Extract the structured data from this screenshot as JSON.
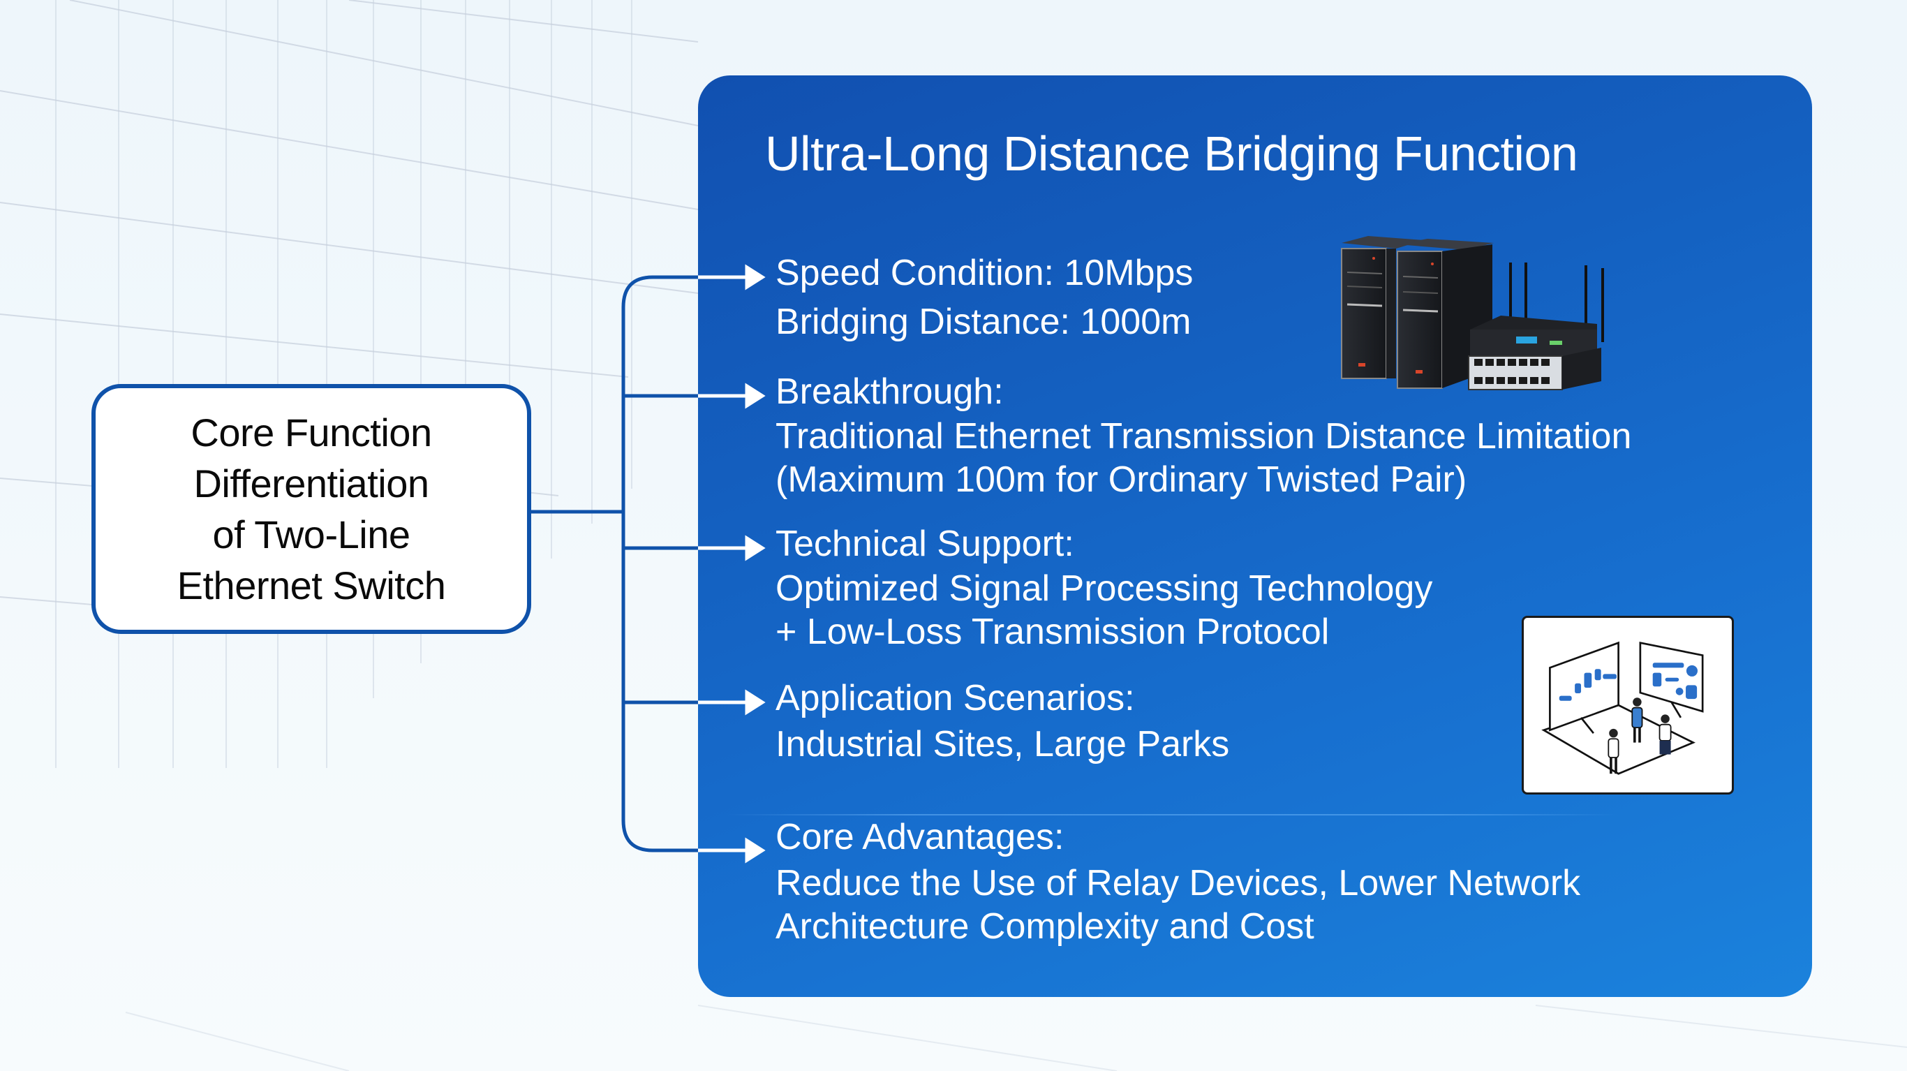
{
  "center_node": {
    "label": "Core Function\nDifferentiation\nof Two-Line\nEthernet Switch"
  },
  "panel": {
    "title": "Ultra-Long Distance Bridging Function",
    "items": [
      {
        "head": "Speed Condition: 10Mbps",
        "body": "Bridging Distance: 1000m",
        "icon": "arrow-right-icon"
      },
      {
        "head": "Breakthrough:",
        "body": "Traditional Ethernet Transmission Distance Limitation\n(Maximum 100m for Ordinary Twisted Pair)",
        "icon": "arrow-right-icon"
      },
      {
        "head": "Technical Support:",
        "body": "Optimized Signal Processing Technology\n+ Low-Loss Transmission Protocol",
        "icon": "arrow-right-icon"
      },
      {
        "head": "Application Scenarios:",
        "body": "Industrial Sites, Large Parks",
        "icon": "arrow-right-icon"
      },
      {
        "head": "Core Advantages:",
        "body": "Reduce the Use of Relay Devices, Lower Network\nArchitecture Complexity and Cost",
        "icon": "arrow-right-icon"
      }
    ],
    "illustrations": [
      "servers-and-router-illustration",
      "people-monitors-illustration"
    ]
  },
  "colors": {
    "accent": "#0f52aa",
    "panel_start": "#1150b0",
    "panel_end": "#1b82dc",
    "text_light": "#ffffff",
    "text_dark": "#0a0a0a"
  }
}
